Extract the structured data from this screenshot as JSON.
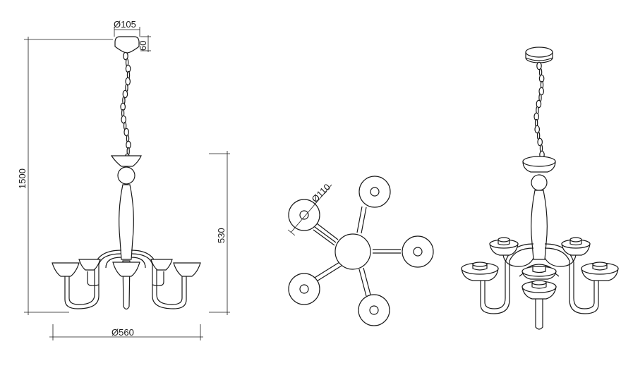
{
  "diagram": {
    "dimensions": {
      "canopy_diameter": "Ø105",
      "canopy_height": "60",
      "total_height": "1500",
      "body_height": "530",
      "overall_diameter": "Ø560",
      "cup_diameter": "Ø110"
    },
    "views": [
      "front-elevation",
      "top-plan",
      "perspective"
    ],
    "arm_count": 5,
    "colors": {
      "line": "#1a1a1a",
      "background": "#ffffff"
    }
  }
}
